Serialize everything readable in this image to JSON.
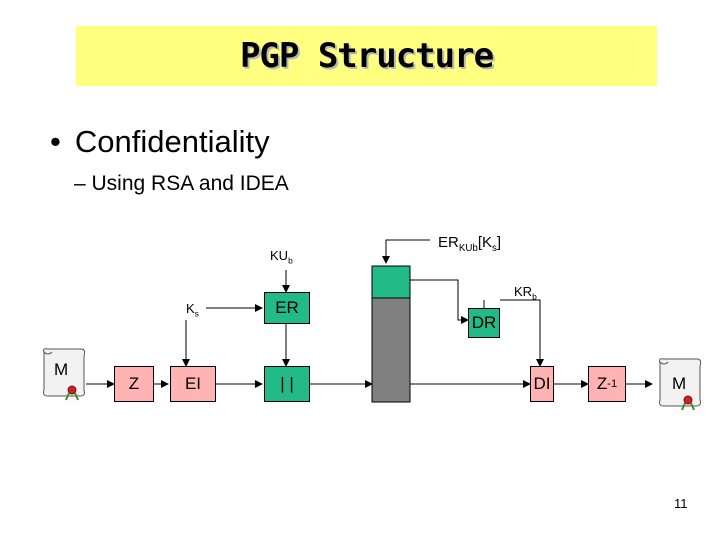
{
  "title": "PGP Structure",
  "bullet": "Confidentiality",
  "bullet_marker": "•",
  "sub_bullet": "– Using RSA and IDEA",
  "labels": {
    "kub_main": "KU",
    "kub_sub": "b",
    "ks_main": "K",
    "ks_sub": "s",
    "erkub_main": "ER",
    "erkub_sub": "KUb",
    "erkub_rest_open": "[K",
    "erkub_rest_sub": "s",
    "erkub_rest_close": "]",
    "krb_main": "KR",
    "krb_sub": "b"
  },
  "boxes": {
    "z": "Z",
    "ei": "EI",
    "er": "ER",
    "concat": "| |",
    "dr": "DR",
    "di": "DI",
    "zinv_main": "Z",
    "zinv_sup": "-1"
  },
  "scrolls": {
    "left": "M",
    "right": "M"
  },
  "page_number": "11",
  "colors": {
    "title_bg": "#ffff80",
    "pink": "#ffb3b3",
    "green": "#22bb88",
    "gray": "#808080",
    "seal_red": "#cc2222",
    "seal_green": "#4a8a2a"
  }
}
